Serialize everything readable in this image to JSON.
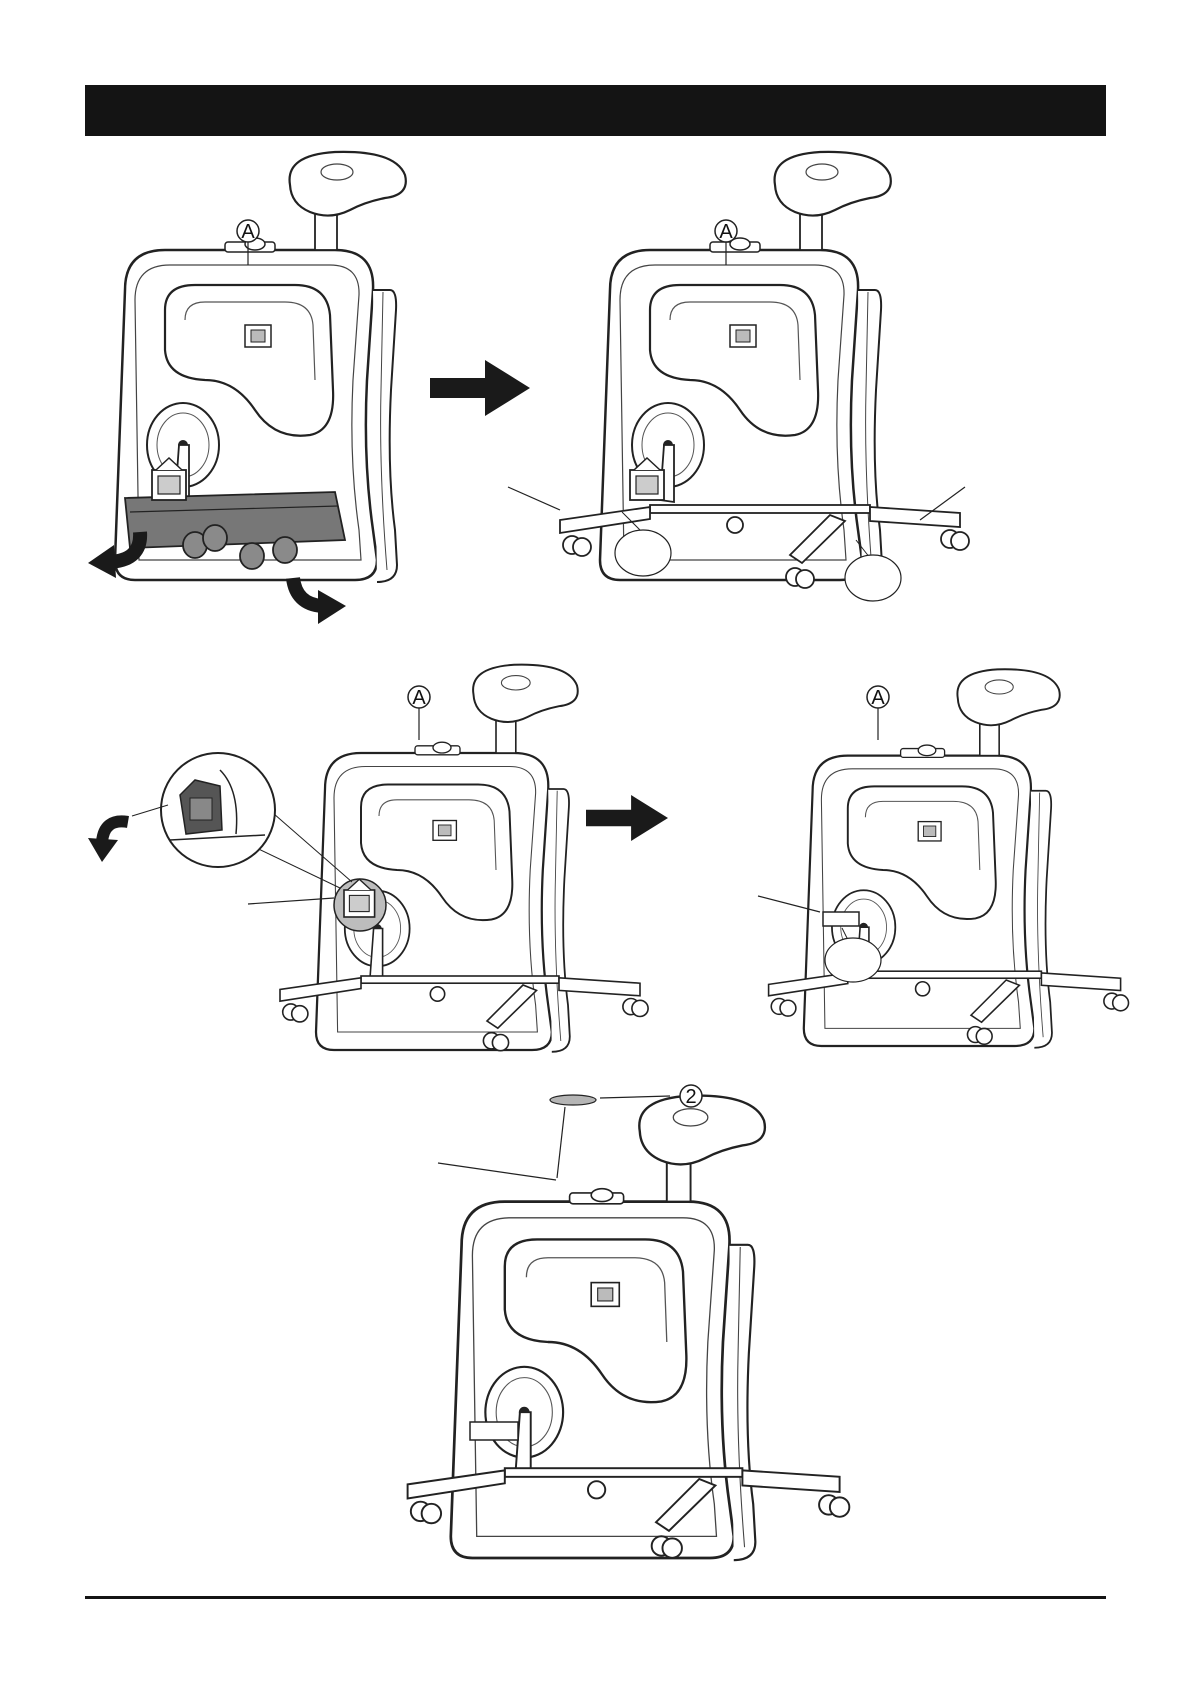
{
  "page": {
    "header_bar_color": "#141414",
    "footer_rule_color": "#141414"
  },
  "callouts": {
    "a": "A",
    "part_2": "2"
  },
  "steps": [
    {
      "name": "fold-out-legs",
      "callout": "A"
    },
    {
      "name": "legs-installed",
      "callout": "A"
    },
    {
      "name": "fold-pedal-bracket",
      "callout": "A"
    },
    {
      "name": "bracket-folded",
      "callout": "A"
    },
    {
      "name": "attach-part-2",
      "callout": "2"
    }
  ],
  "icons": [
    "arrow-right-icon",
    "curved-arrow-left-icon",
    "curved-arrow-right-icon",
    "zoom-detail-circle"
  ]
}
